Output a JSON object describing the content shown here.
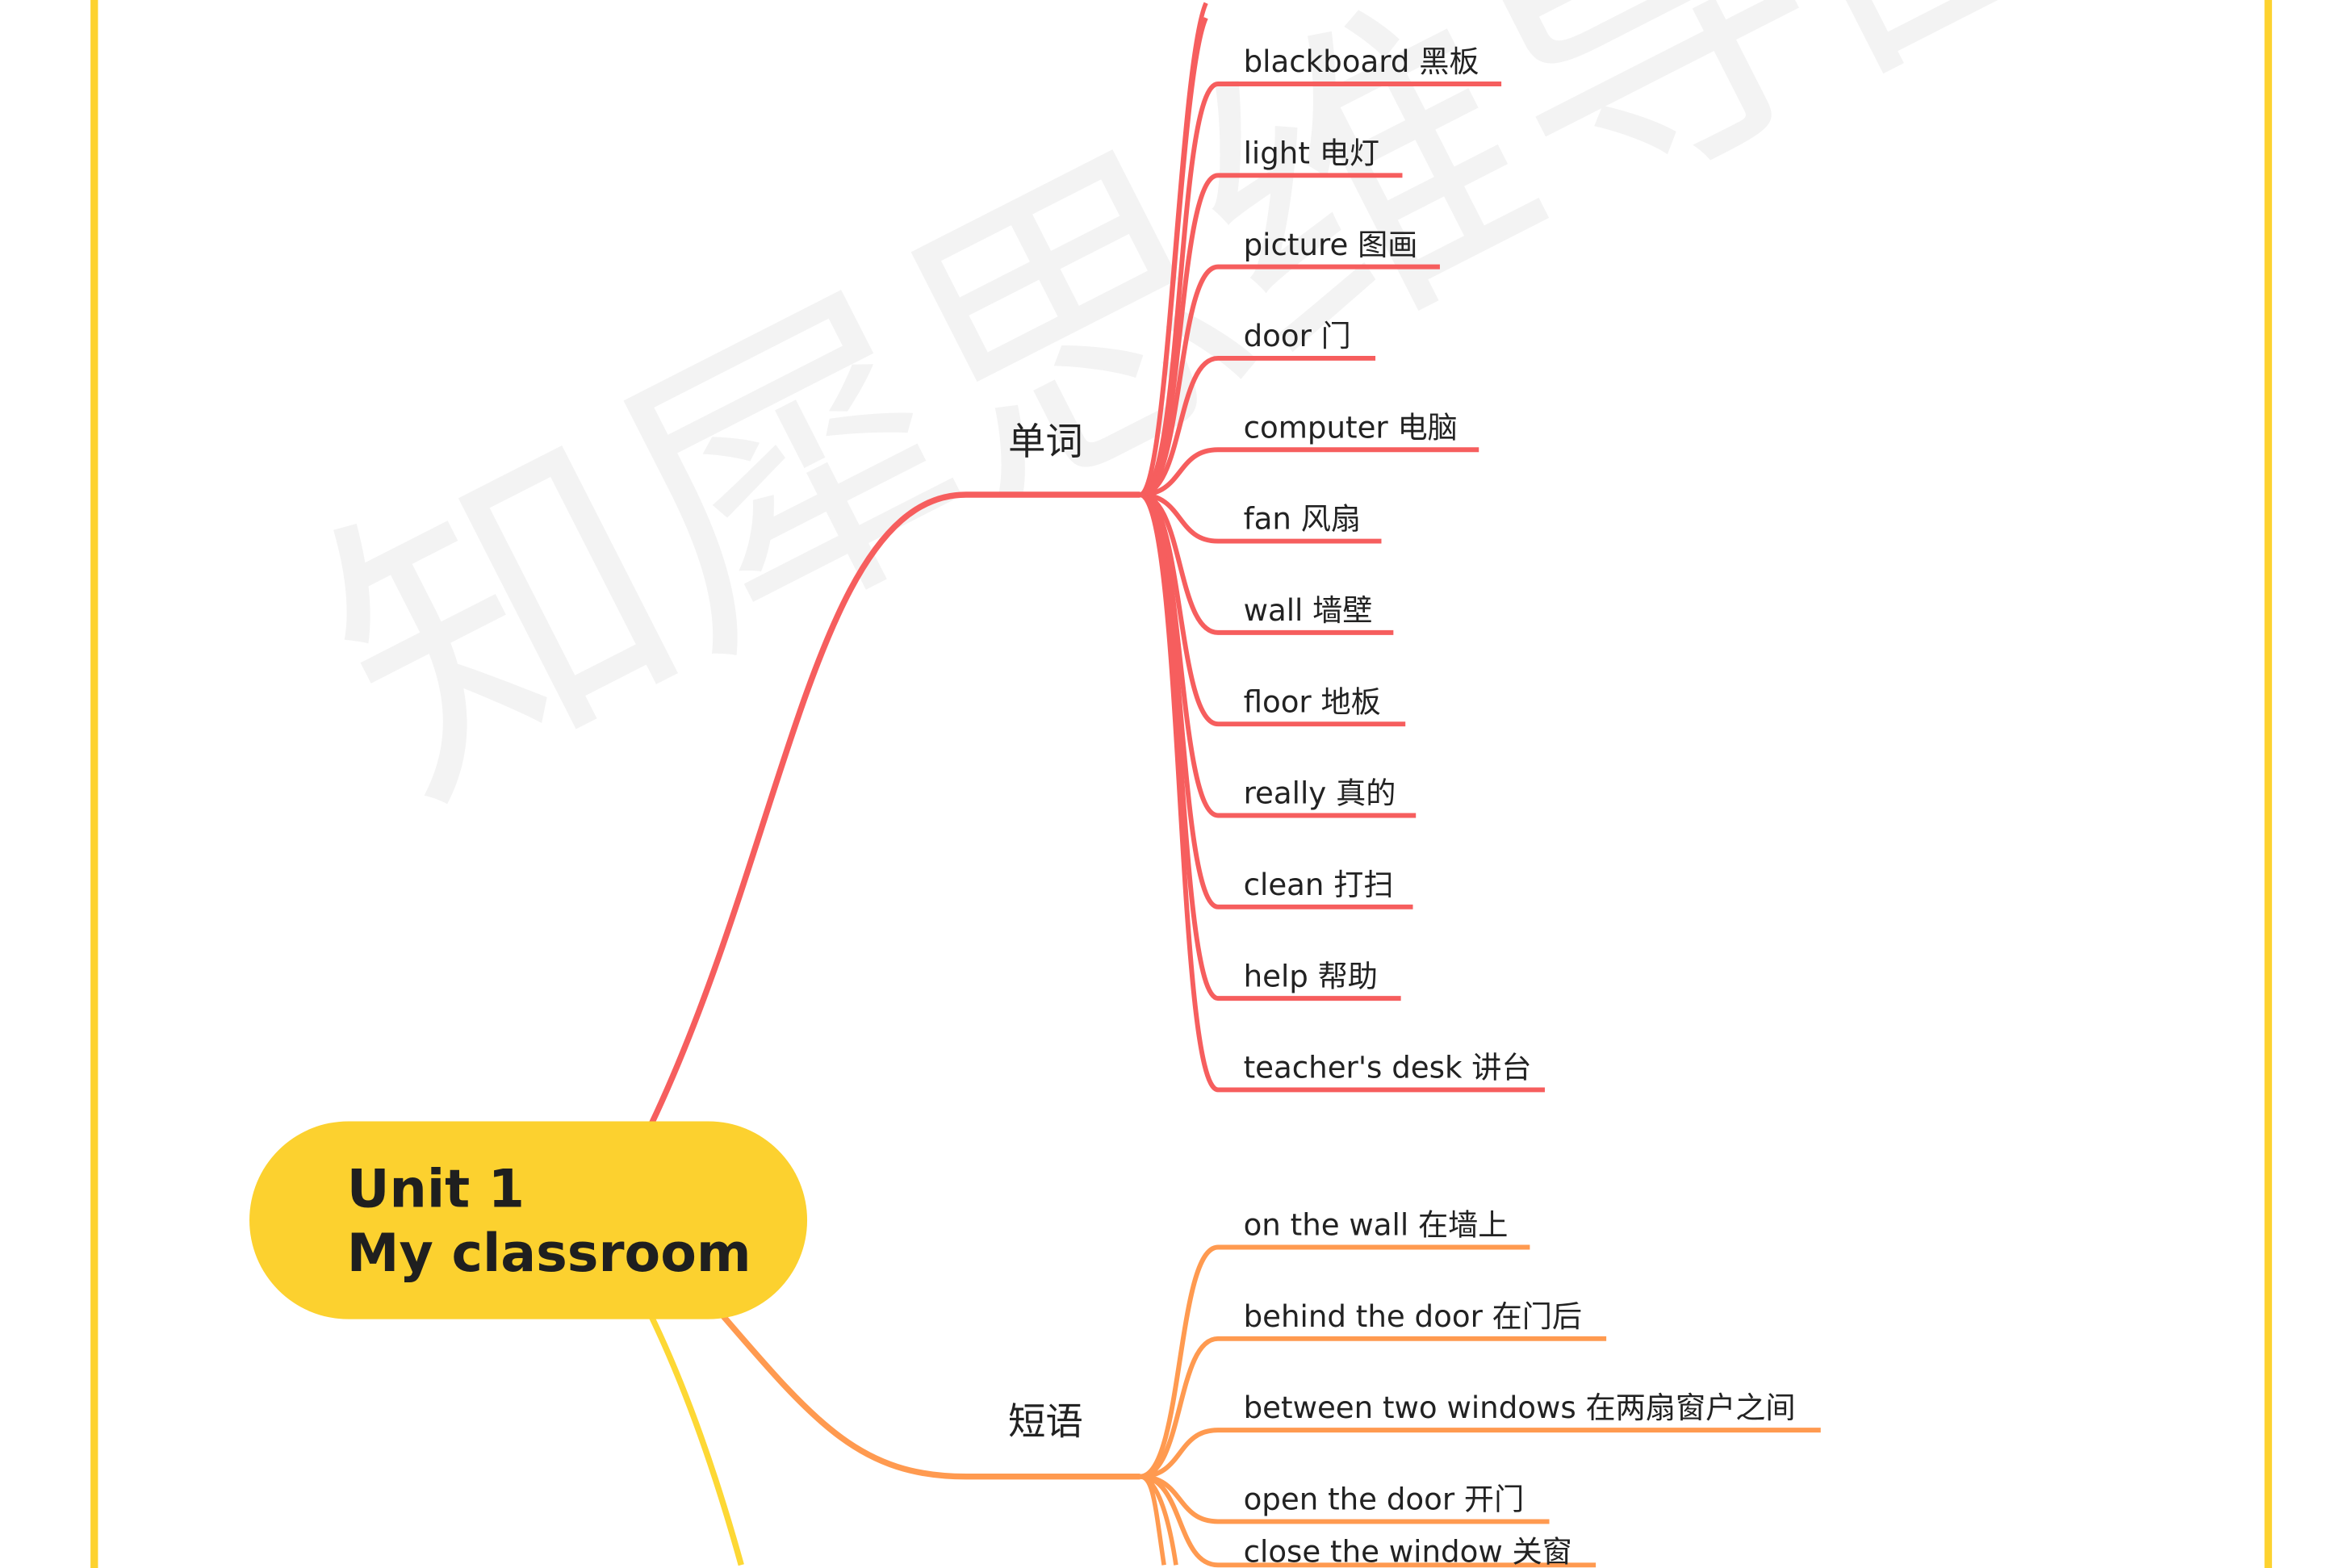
{
  "watermark": "知犀思维导图",
  "colors": {
    "frame": "#FDD22F",
    "root_fill": "#FCD12F",
    "words_branch": "#F65E5E",
    "phrases_branch": "#FF9A50",
    "third_branch": "#FDD835"
  },
  "root": {
    "line1": "Unit 1",
    "line2": "My classroom"
  },
  "words": {
    "label": "单词",
    "items": [
      "blackboard 黑板",
      "light 电灯",
      "picture 图画",
      "door 门",
      "computer 电脑",
      "fan 风扇",
      "wall 墙壁",
      "floor 地板",
      "really 真的",
      "clean 打扫",
      "help 帮助",
      "teacher's desk 讲台"
    ]
  },
  "phrases": {
    "label": "短语",
    "items": [
      "on the wall 在墙上",
      "behind the door 在门后",
      "between two windows 在两扇窗户之间",
      "open the door 开门",
      "close the window 关窗"
    ]
  }
}
